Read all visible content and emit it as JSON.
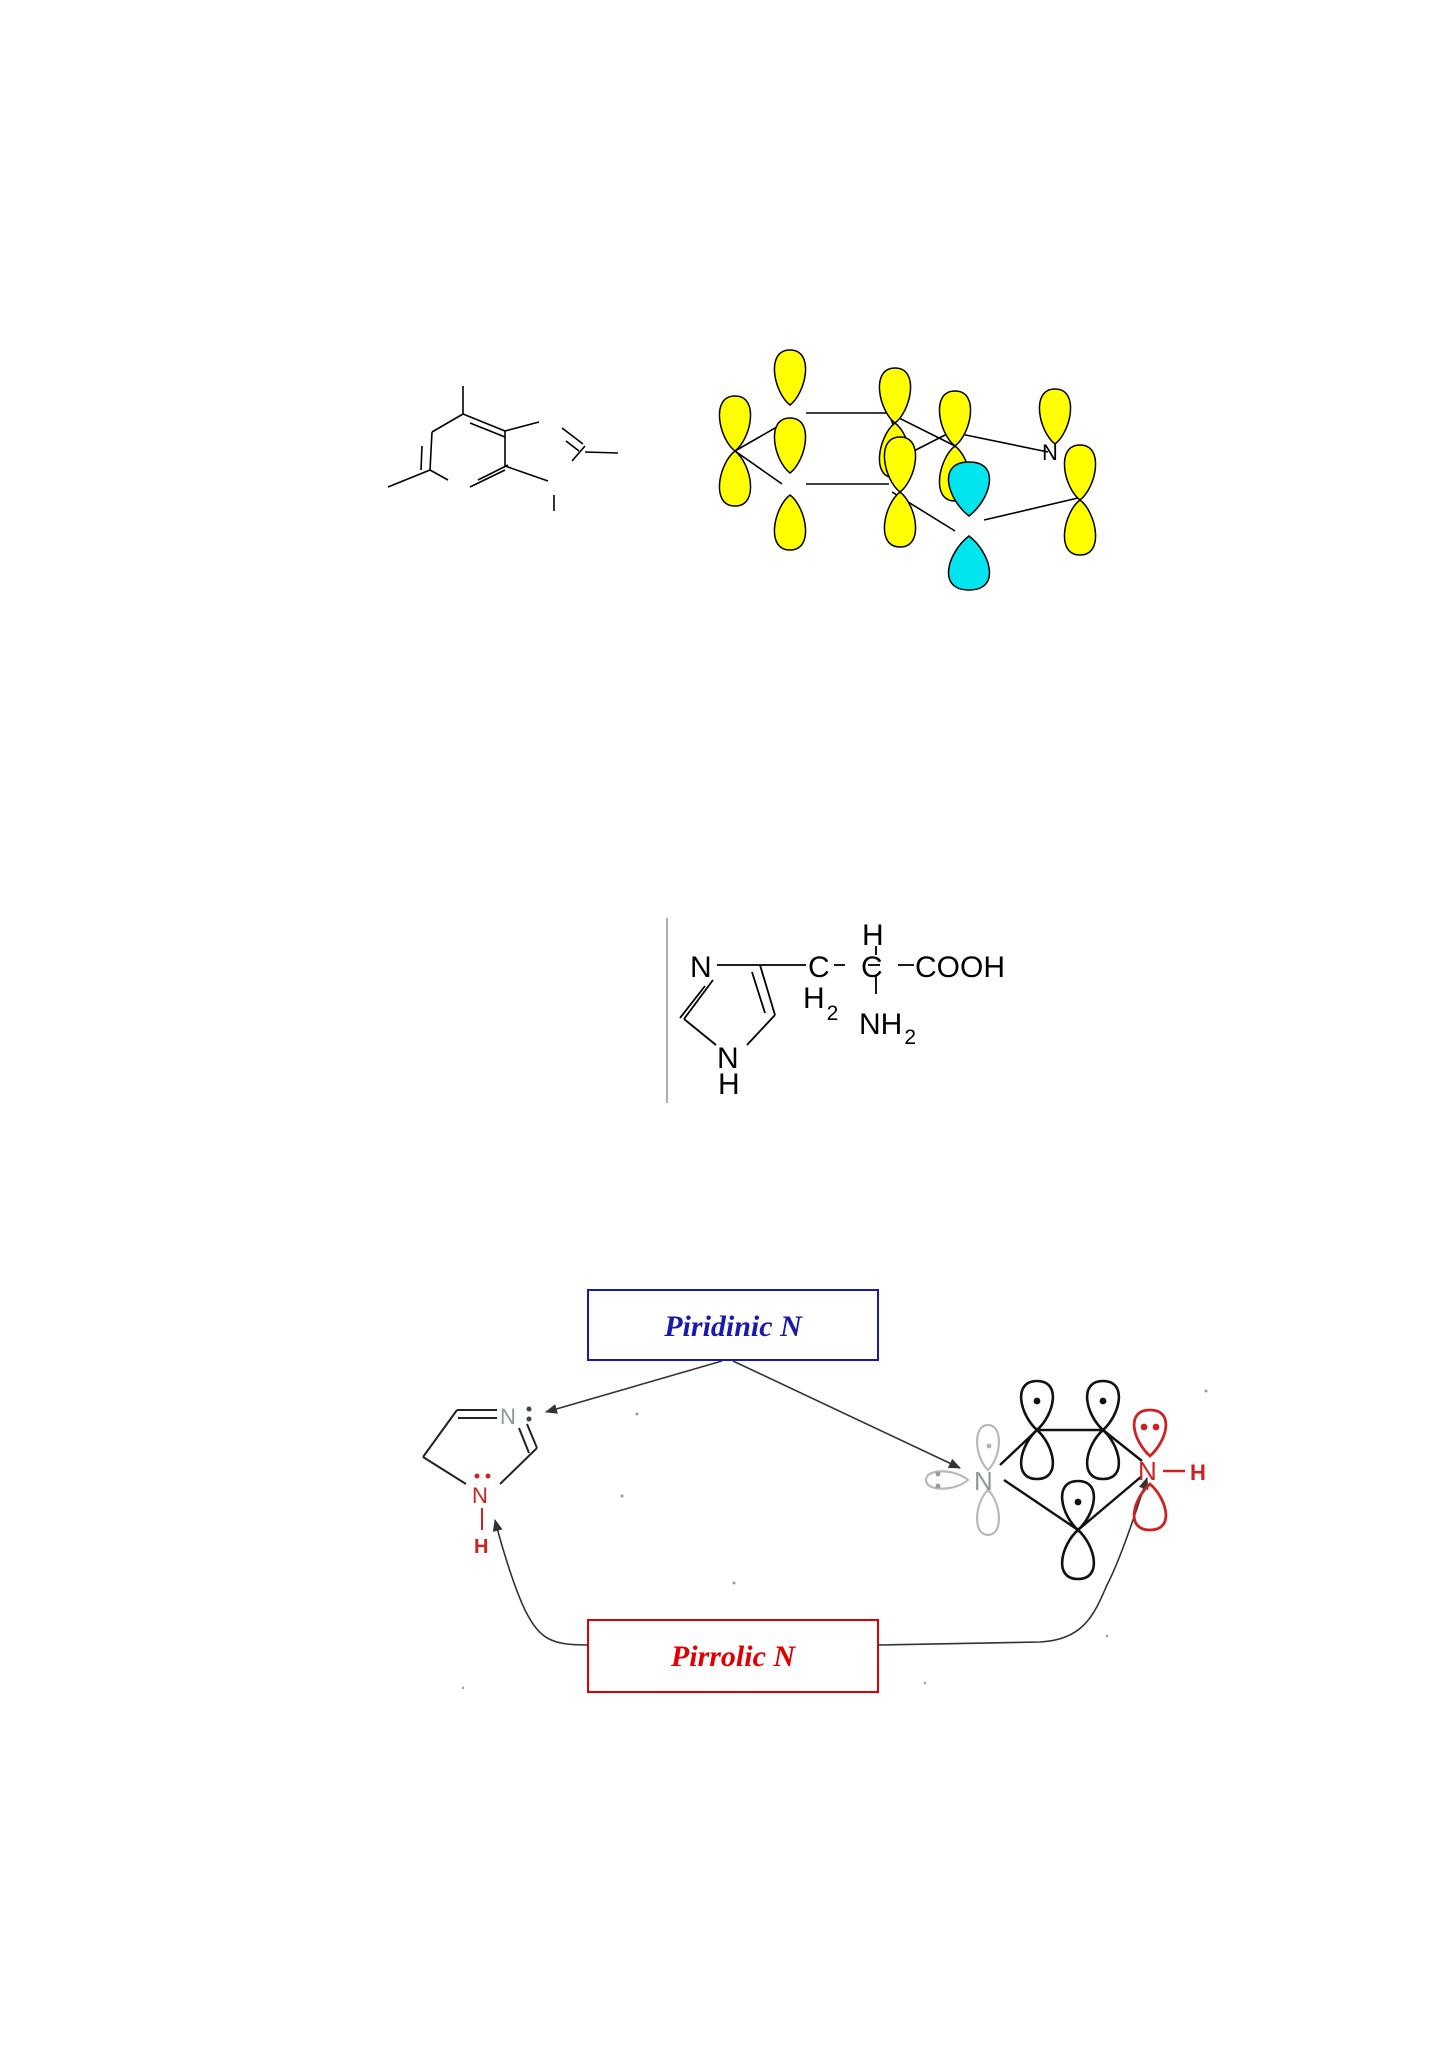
{
  "fig1": {
    "orbital_n_label": "N",
    "colors": {
      "p_orbital": "#ffff00",
      "lone_pair_orbital": "#00e5ee",
      "outline": "#000000"
    }
  },
  "fig2": {
    "ring_n_top": "N",
    "ring_n_bottom": "N",
    "ring_h_bottom": "H",
    "ch2_c": "C",
    "ch2_h2": "H",
    "ch2_sub": "2",
    "alpha_c": "C",
    "alpha_h": "H",
    "cooh": "COOH",
    "nh2": "NH",
    "nh2_sub": "2"
  },
  "fig3": {
    "pyridinic_label": "Piridinic N",
    "pyrrolic_label": "Pirrolic N",
    "pyridinic_color": "#1a1aa8",
    "pyrrolic_color": "#e00000",
    "lone_n_gray": "N",
    "lone_n_red": "N",
    "n_h_label": "H",
    "orbital_n_gray": "N",
    "orbital_n_red": "N",
    "orbital_h": "H"
  }
}
